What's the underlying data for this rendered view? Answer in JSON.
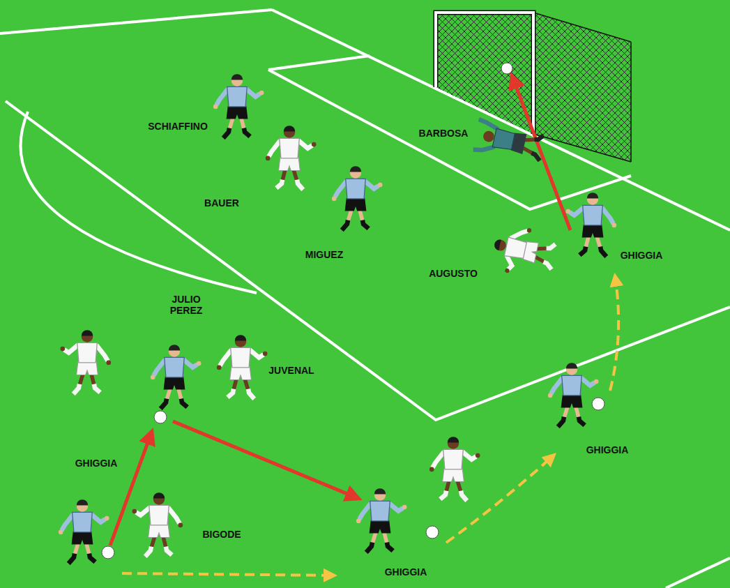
{
  "diagram": {
    "labels": [
      "SCHIAFFINO",
      "BARBOSA",
      "BAUER",
      "MIGUEZ",
      "AUGUSTO",
      "GHIGGIA",
      "JULIO PEREZ",
      "JUVENAL",
      "GHIGGIA",
      "GHIGGIA",
      "BIGODE",
      "GHIGGIA"
    ]
  }
}
